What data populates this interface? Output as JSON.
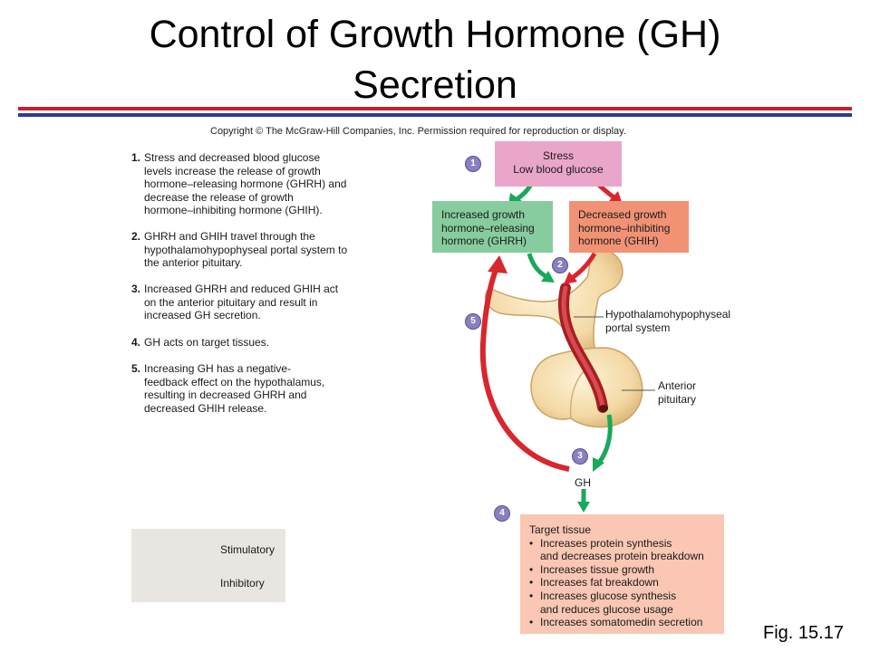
{
  "title_line1": "Control of Growth Hormone (GH)",
  "title_line2": "Secretion",
  "copyright": "Copyright © The McGraw-Hill Companies, Inc. Permission required for reproduction or display.",
  "steps": [
    {
      "num": "1.",
      "lines": [
        "Stress and decreased blood glucose",
        "levels increase the release of growth",
        "hormone–releasing hormone (GHRH) and",
        "decrease the release of growth",
        "hormone–inhibiting hormone (GHIH)."
      ]
    },
    {
      "num": "2.",
      "lines": [
        "GHRH and GHIH travel through the",
        "hypothalamohypophyseal portal system to",
        "the anterior pituitary."
      ]
    },
    {
      "num": "3.",
      "lines": [
        "Increased GHRH and reduced GHIH act",
        "on the anterior pituitary and result in",
        "increased GH secretion."
      ]
    },
    {
      "num": "4.",
      "lines": [
        "GH acts on target tissues."
      ]
    },
    {
      "num": "5.",
      "lines": [
        "Increasing GH has a negative-",
        "feedback effect on the hypothalamus,",
        "resulting in decreased GHRH and",
        "decreased GHIH release."
      ]
    }
  ],
  "stress_box": {
    "lines": [
      "Stress",
      "Low blood glucose"
    ],
    "color": "#e9a6c9"
  },
  "ghrh_box": {
    "lines": [
      "Increased growth",
      "hormone–releasing",
      "hormone (GHRH)"
    ],
    "color": "#86cc9e"
  },
  "ghih_box": {
    "lines": [
      "Decreased growth",
      "hormone–inhibiting",
      "hormone (GHIH)"
    ],
    "color": "#f19275"
  },
  "portal_label": [
    "Hypothalamohypophyseal",
    "portal system"
  ],
  "pituitary_label": [
    "Anterior",
    "pituitary"
  ],
  "gh_label": "GH",
  "target_box": {
    "title": "Target tissue",
    "bullet": "•",
    "items": [
      [
        "Increases protein synthesis",
        "and decreases protein breakdown"
      ],
      [
        "Increases tissue growth"
      ],
      [
        "Increases fat breakdown"
      ],
      [
        "Increases glucose synthesis",
        "and reduces glucose usage"
      ],
      [
        "Increases somatomedin secretion"
      ]
    ],
    "color": "#f9c7b3"
  },
  "badges": [
    "1",
    "2",
    "3",
    "4",
    "5"
  ],
  "legend": {
    "stimulatory": "Stimulatory",
    "inhibitory": "Inhibitory"
  },
  "colors": {
    "stimulatory": "#1aa85a",
    "inhibitory": "#d9262e",
    "rule_red": "#c8202a",
    "rule_blue": "#2a3a9a",
    "badge": "#8b7fbf"
  },
  "figure": "Fig. 15.17"
}
